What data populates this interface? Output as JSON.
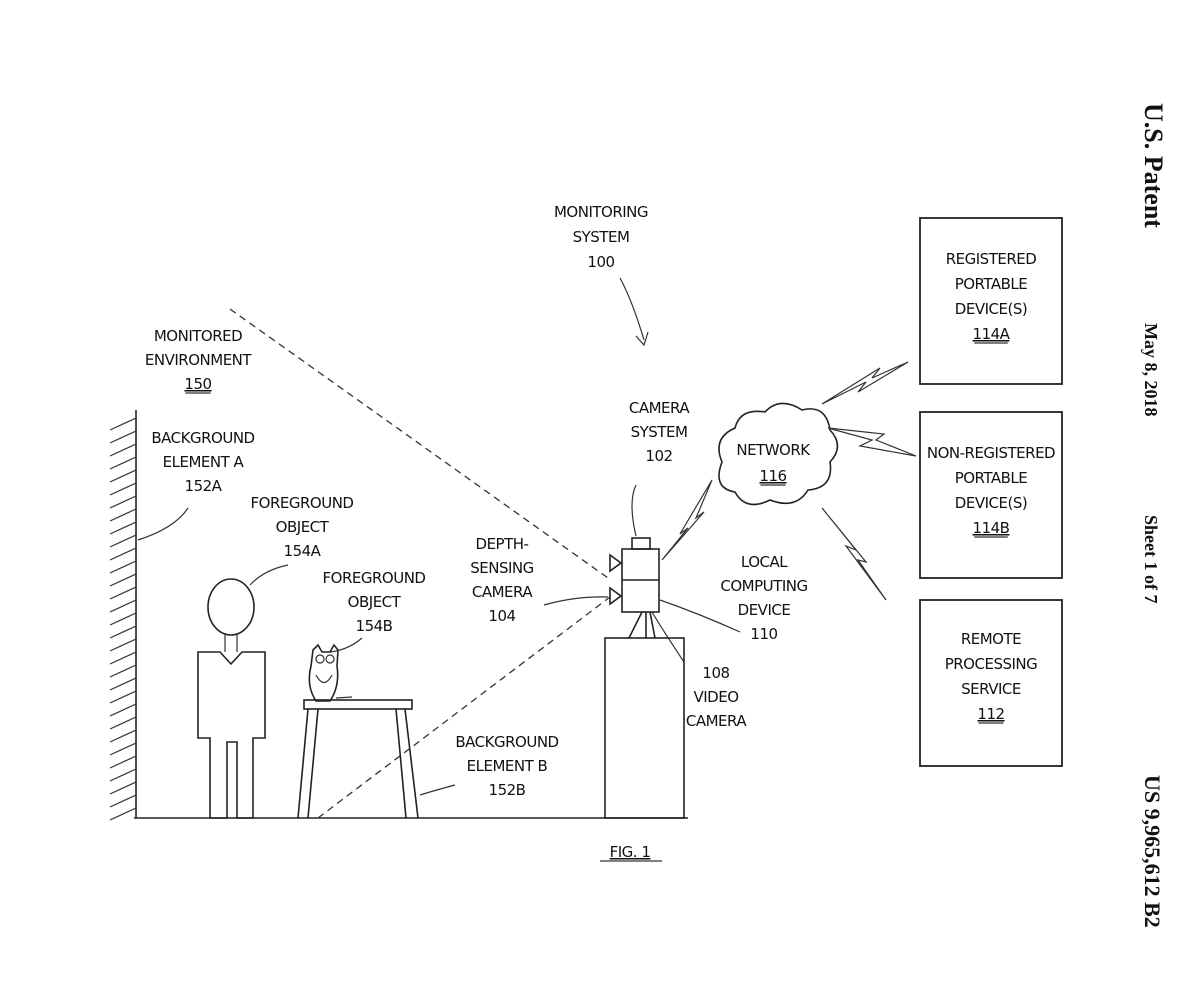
{
  "header": {
    "title": "U.S. Patent",
    "date": "May 8, 2018",
    "sheet": "Sheet 1 of 7",
    "patent_number": "US 9,965,612 B2"
  },
  "figure": {
    "caption": "FIG. 1",
    "labels": {
      "monitoring_system": [
        "MONITORING",
        "SYSTEM",
        "100"
      ],
      "monitored_environment": [
        "MONITORED",
        "ENVIRONMENT",
        "150"
      ],
      "background_a": [
        "BACKGROUND",
        "ELEMENT A",
        "152A"
      ],
      "foreground_a": [
        "FOREGROUND",
        "OBJECT",
        "154A"
      ],
      "foreground_b": [
        "FOREGROUND",
        "OBJECT",
        "154B"
      ],
      "depth_camera": [
        "DEPTH-",
        "SENSING",
        "CAMERA",
        "104"
      ],
      "camera_system": [
        "CAMERA",
        "SYSTEM",
        "102"
      ],
      "local_computing": [
        "LOCAL",
        "COMPUTING",
        "DEVICE",
        "110"
      ],
      "video_camera": [
        "108",
        "VIDEO",
        "CAMERA"
      ],
      "background_b": [
        "BACKGROUND",
        "ELEMENT B",
        "152B"
      ],
      "network": [
        "NETWORK",
        "116"
      ]
    },
    "boxes": {
      "registered": [
        "REGISTERED",
        "PORTABLE",
        "DEVICE(S)",
        "114A"
      ],
      "non_registered": [
        "NON-REGISTERED",
        "PORTABLE",
        "DEVICE(S)",
        "114B"
      ],
      "remote": [
        "REMOTE",
        "PROCESSING",
        "SERVICE",
        "112"
      ]
    }
  }
}
